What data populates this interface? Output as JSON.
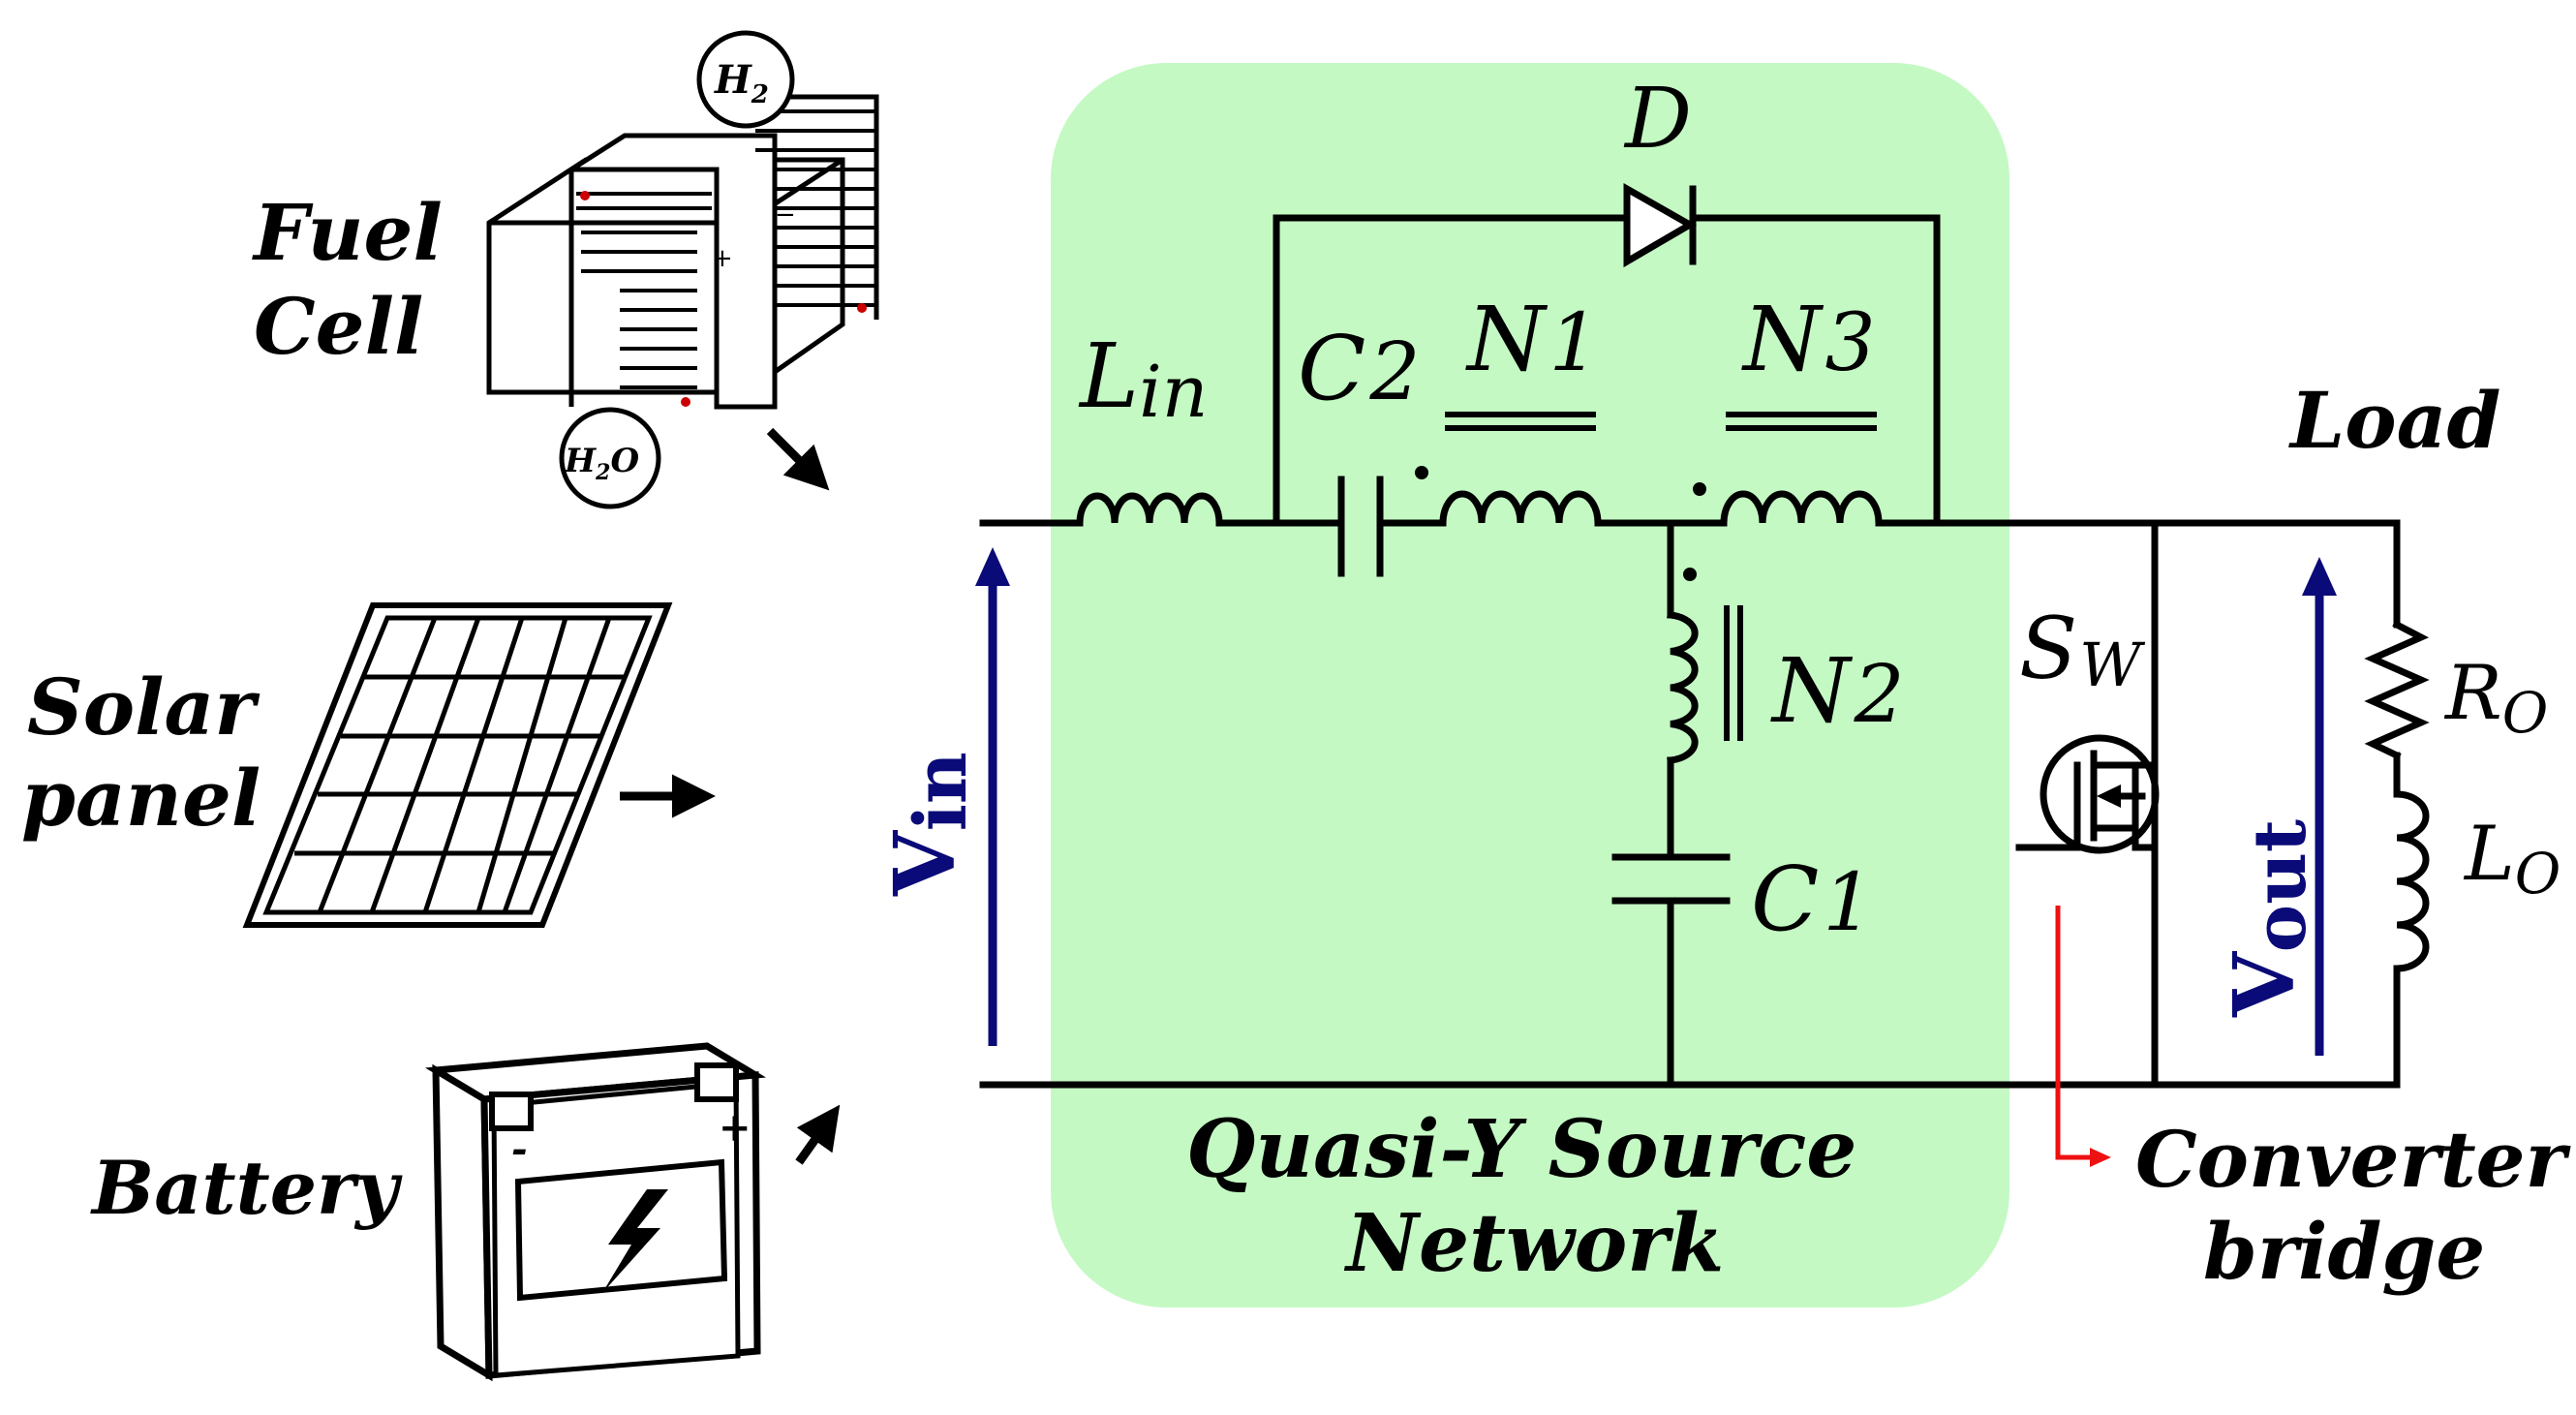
{
  "colors": {
    "network_fill": "#c4f9c4",
    "vin_arrow": "#0a0a78",
    "vout_arrow": "#0a0a78",
    "converter_arrow": "#ee1111",
    "wire": "#000000"
  },
  "sources": {
    "fuel_cell": {
      "line1": "Fuel",
      "line2": "Cell",
      "h2_label": "H",
      "h2_sub": "2",
      "h2o_label_a": "H",
      "h2o_sub": "2",
      "h2o_label_b": "O"
    },
    "solar": {
      "line1": "Solar",
      "line2": "panel"
    },
    "battery": {
      "label": "Battery",
      "minus": "-",
      "plus": "+"
    }
  },
  "network": {
    "line1": "Quasi-Y Source",
    "line2": "Network"
  },
  "components": {
    "diode": "D",
    "lin_main": "L",
    "lin_sub": "in",
    "c2_main": "C",
    "c2_sub": "2",
    "n1_main": "N",
    "n1_sub": "1",
    "n3_main": "N",
    "n3_sub": "3",
    "n2_main": "N",
    "n2_sub": "2",
    "c1_main": "C",
    "c1_sub": "1",
    "sw_main": "S",
    "sw_sub": "W",
    "ro_main": "R",
    "ro_sub": "O",
    "lo_main": "L",
    "lo_sub": "O"
  },
  "load": "Load",
  "converter": {
    "line1": "Converter",
    "line2": "bridge"
  },
  "vin": {
    "main": "V",
    "sub": "in"
  },
  "vout": {
    "main": "V",
    "sub": "out"
  }
}
